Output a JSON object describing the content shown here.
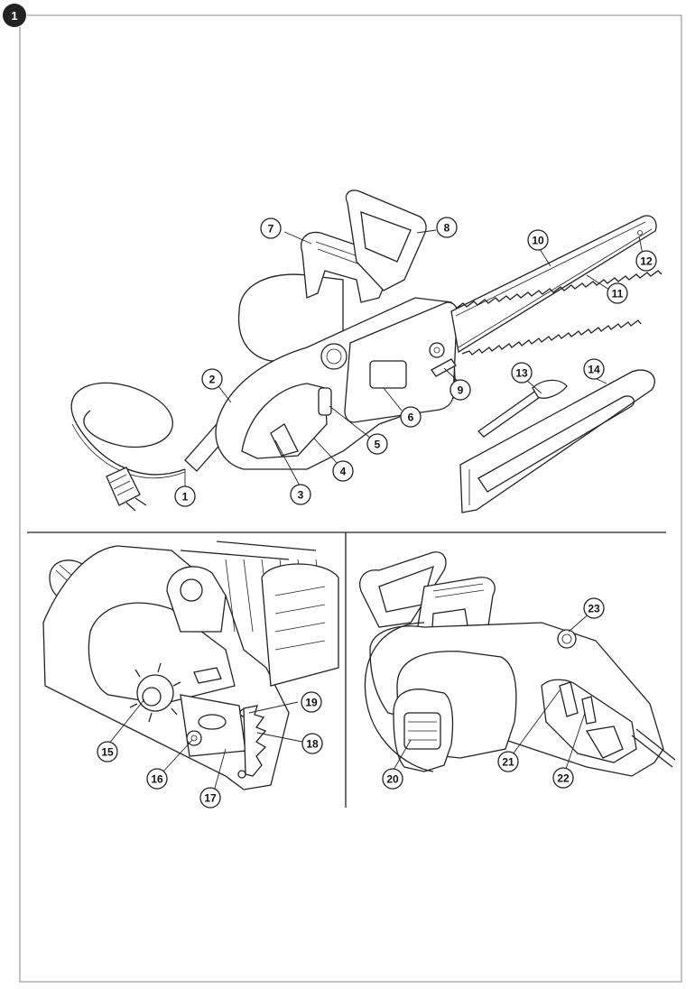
{
  "figure": {
    "number": "1"
  },
  "callouts": [
    {
      "n": "1"
    },
    {
      "n": "2"
    },
    {
      "n": "3"
    },
    {
      "n": "4"
    },
    {
      "n": "5"
    },
    {
      "n": "6"
    },
    {
      "n": "7"
    },
    {
      "n": "8"
    },
    {
      "n": "9"
    },
    {
      "n": "10"
    },
    {
      "n": "11"
    },
    {
      "n": "12"
    },
    {
      "n": "13"
    },
    {
      "n": "14"
    },
    {
      "n": "15"
    },
    {
      "n": "16"
    },
    {
      "n": "17"
    },
    {
      "n": "18"
    },
    {
      "n": "19"
    },
    {
      "n": "20"
    },
    {
      "n": "21"
    },
    {
      "n": "22"
    },
    {
      "n": "23"
    }
  ]
}
